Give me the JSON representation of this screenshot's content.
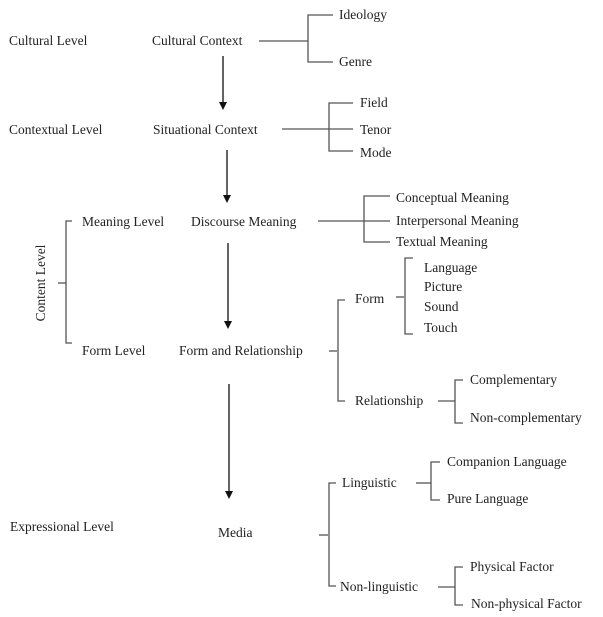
{
  "levels": {
    "cultural": "Cultural Level",
    "contextual": "Contextual Level",
    "content": "Content Level",
    "meaning": "Meaning Level",
    "form": "Form Level",
    "expressional": "Expressional Level"
  },
  "nodes": {
    "cultural_context": "Cultural Context",
    "situational_context": "Situational Context",
    "discourse_meaning": "Discourse Meaning",
    "form_and_relationship": "Form and Relationship",
    "media": "Media"
  },
  "branches": {
    "cultural_context": [
      "Ideology",
      "Genre"
    ],
    "situational_context": [
      "Field",
      "Tenor",
      "Mode"
    ],
    "discourse_meaning": [
      "Conceptual Meaning",
      "Interpersonal Meaning",
      "Textual Meaning"
    ],
    "form_and_relationship": {
      "form": "Form",
      "form_items": [
        "Language",
        "Picture",
        "Sound",
        "Touch"
      ],
      "relationship": "Relationship",
      "relationship_items": [
        "Complementary",
        "Non-complementary"
      ]
    },
    "media": {
      "linguistic": "Linguistic",
      "linguistic_items": [
        "Companion Language",
        "Pure Language"
      ],
      "non_linguistic": "Non-linguistic",
      "non_linguistic_items": [
        "Physical Factor",
        "Non-physical Factor"
      ]
    }
  }
}
